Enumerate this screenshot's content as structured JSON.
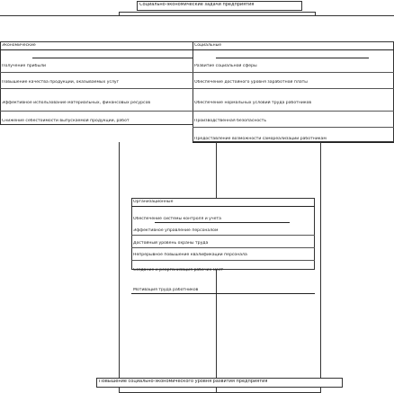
{
  "title": "Социально-экономические задачи предприятия",
  "economic": {
    "header": "Экономические",
    "items": [
      "Получение прибыли",
      "Повышение качества продукции, оказываемых услуг",
      "Эффективное использование материальных, финансовых ресурсов",
      "Снижение себестоимости выпускаемой продукции, работ"
    ]
  },
  "social": {
    "header": "Социальные",
    "items": [
      "Развитие социальной сферы",
      "Обеспечение достойного уровня заработной платы",
      "Обеспечение нормальных условий труда работников",
      "Производственная безопасность",
      "Предоставление возможности самореализации работникам"
    ]
  },
  "organizational": {
    "header": "Организационные",
    "items": [
      "Обеспечение системы контроля и учета",
      "Эффективное управление персоналом",
      "Достойный уровень охраны труда",
      "Непрерывное повышение квалификации персонала",
      "Создание и реорганизация рабочих мест",
      "Мотивация труда работников"
    ]
  },
  "footer": "Повышение социально-экономического уровня развития предприятия"
}
